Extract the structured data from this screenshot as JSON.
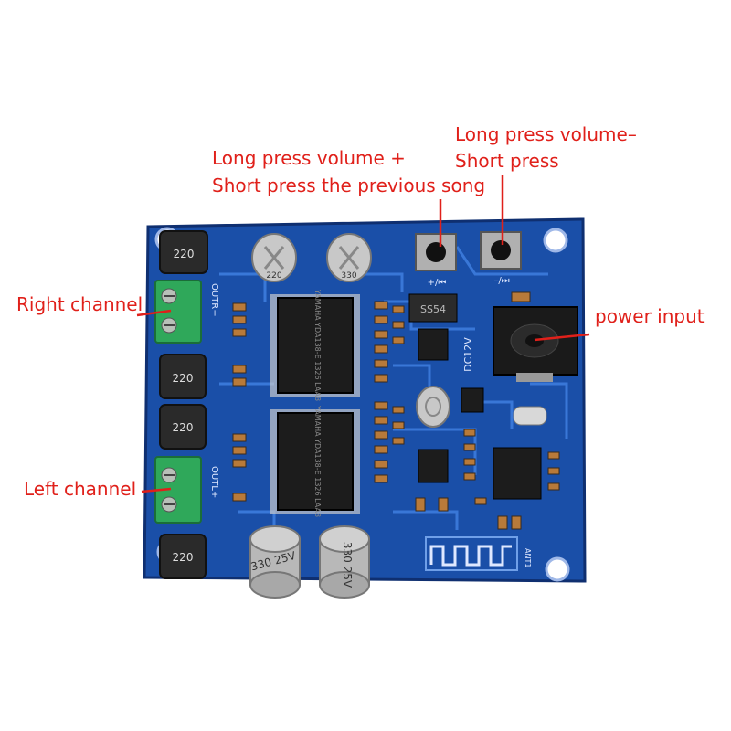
{
  "annotations": {
    "vol_plus_line1": "Long press volume +",
    "vol_plus_line2": "Short press the previous song",
    "vol_minus_line1": "Long press volume–",
    "vol_minus_line2": "Short press",
    "right_channel": "Right channel",
    "left_channel": "Left channel",
    "power_input": "power input"
  },
  "board": {
    "inductor_labels": [
      "220",
      "220",
      "220",
      "220"
    ],
    "cap_top_left": "220",
    "cap_top_right": "330",
    "cap_bottom_left": "330 25V",
    "cap_bottom_right": "330 25V",
    "ic_top": "YAMAHA YDA138-E 1326 LAA8",
    "ic_bottom": "YAMAHA YDA138-E 1326 LAA8",
    "diode": "SS54",
    "dc_label": "DC12V",
    "out_r": "OUTR+",
    "out_l": "OUTL+",
    "btn_plus_label": "+/⏮",
    "btn_minus_label": "–/⏭",
    "antenna_label": "ANT1"
  },
  "colors": {
    "annotation_red": "#e0201a",
    "pcb_blue": "#1a4fa8",
    "trace_blue": "#3f7fe0",
    "terminal_green": "#2fa85a"
  }
}
